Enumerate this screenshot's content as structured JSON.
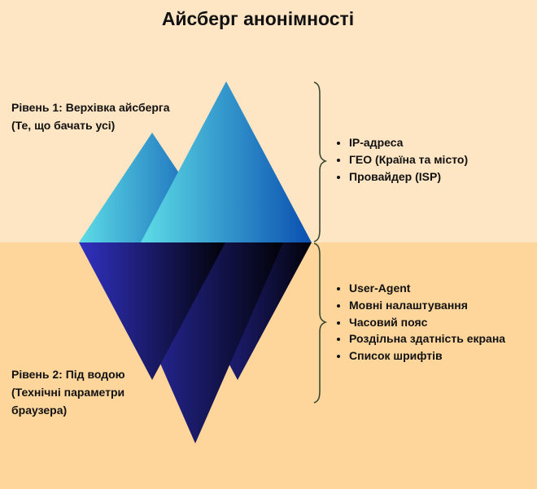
{
  "title": "Айсберг анонімності",
  "colors": {
    "sky_background": "#fee5c4",
    "water_background": "#fed69c",
    "ice_top_light": "#5ddde6",
    "ice_top_dark": "#0a4fb0",
    "ice_bottom_light": "#3131c4",
    "ice_bottom_dark": "#020208",
    "brace": "#3a4a32"
  },
  "levels": [
    {
      "lines": [
        "Рівень 1: Верхівка айсберга",
        "(Те, що бачать усі)"
      ],
      "items": [
        "IP-адреса",
        "ГЕО (Країна та місто)",
        "Провайдер (ISP)"
      ]
    },
    {
      "lines": [
        "Рівень 2: Під водою",
        "(Технічні параметри",
        "браузера)"
      ],
      "items": [
        "User-Agent",
        "Мовні налаштування",
        "Часовий пояс",
        "Роздільна здатність екрана",
        "Список шрифтів"
      ]
    }
  ]
}
